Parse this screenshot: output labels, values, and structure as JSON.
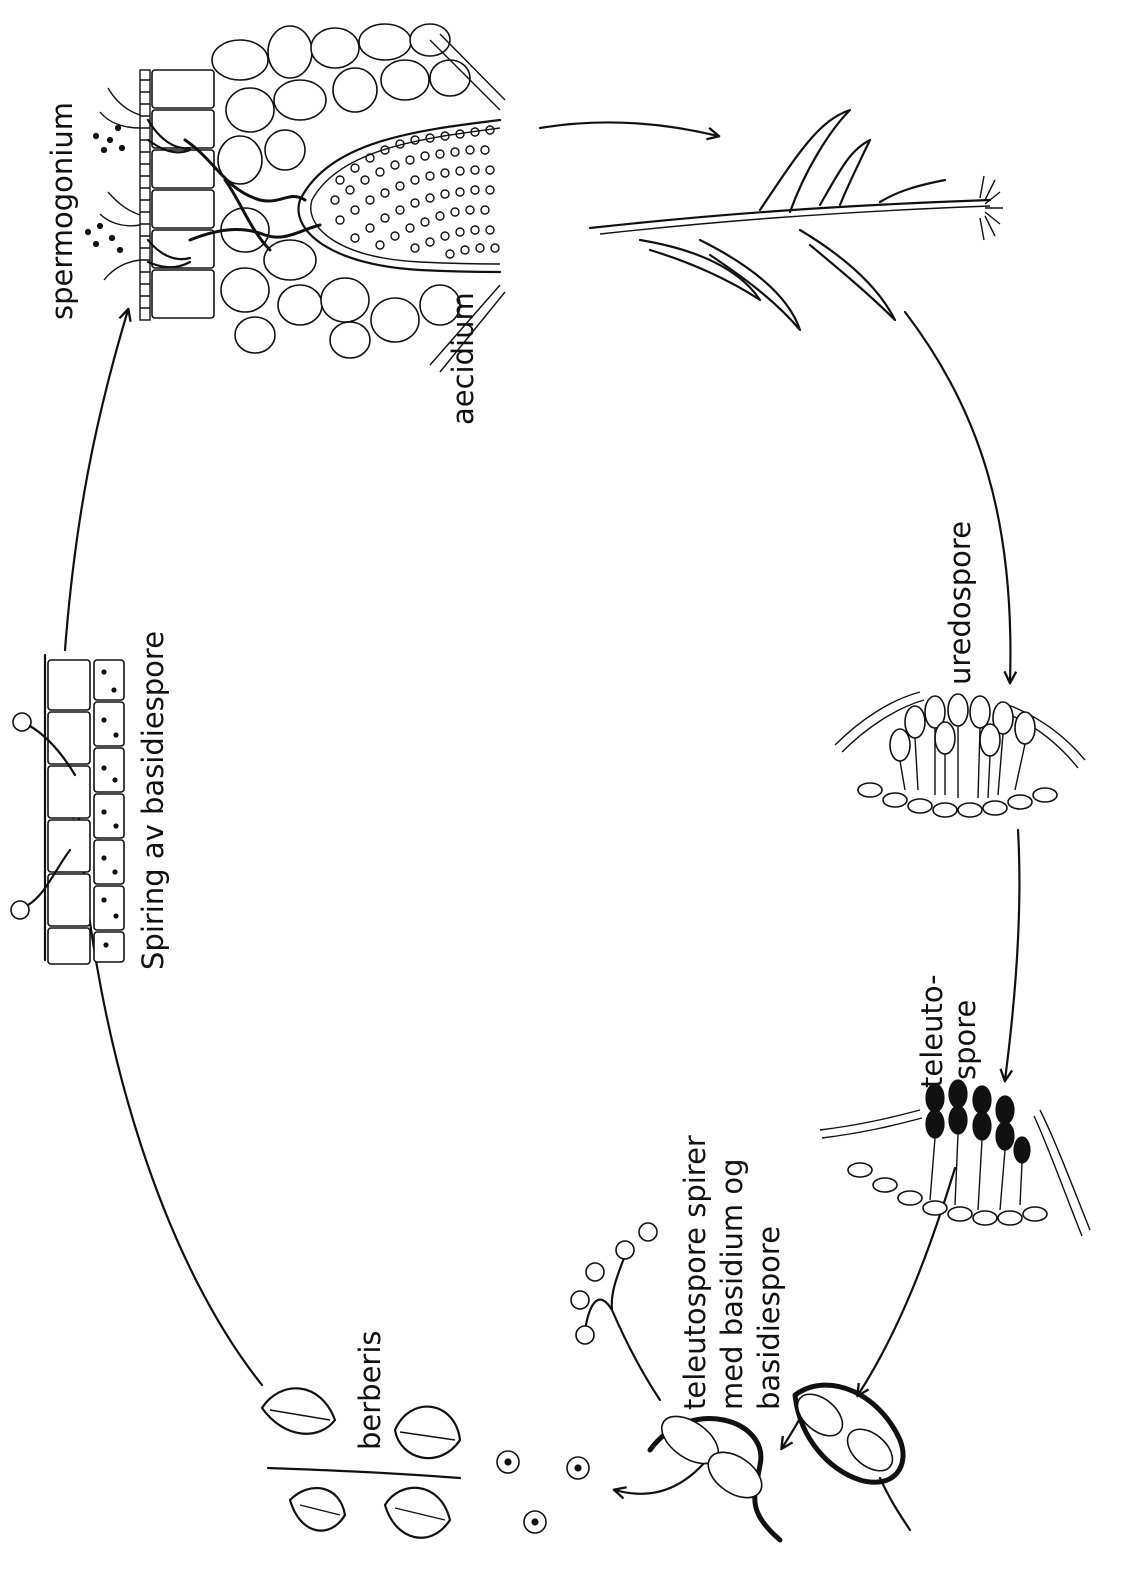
{
  "labels": {
    "spermogonium": "spermogonium",
    "aecidium": "aecidium",
    "uredospore": "uredospore",
    "teleuto_line1": "teleuto-",
    "teleuto_line2": "spore",
    "tele_spirer_line1": "teleutospore  spirer",
    "tele_spirer_line2": "med  basidium  og",
    "tele_spirer_line3": "basidiespore",
    "berberis": "berberis",
    "spiring": "Spiring  av  basidiespore"
  },
  "colors": {
    "ink": "#111111",
    "background": "#ffffff"
  }
}
